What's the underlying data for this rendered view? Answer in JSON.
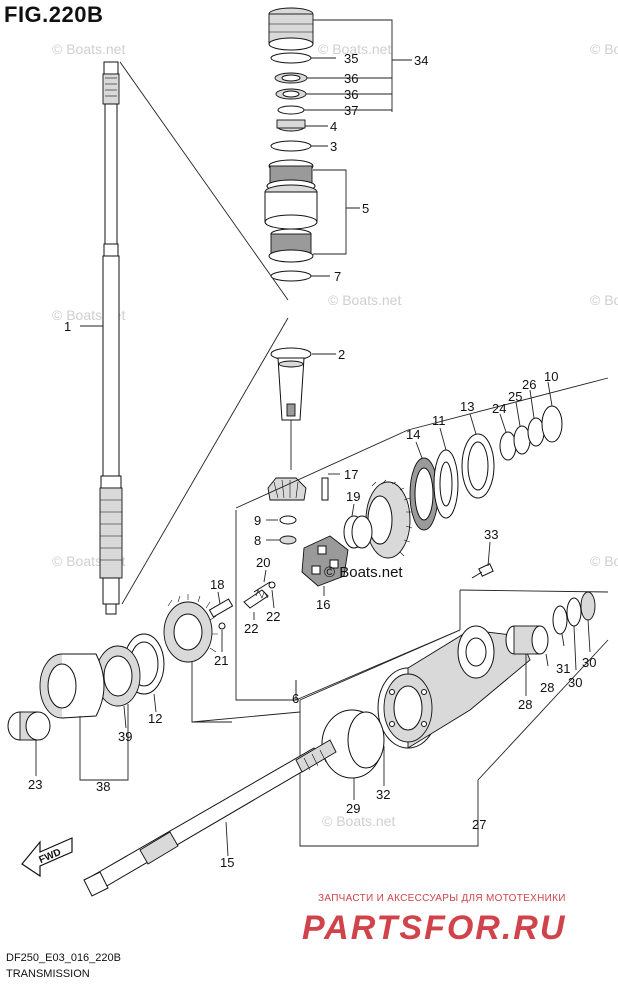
{
  "figure": {
    "title": "FIG.220B",
    "code": "DF250_E03_016_220B",
    "section": "TRANSMISSION"
  },
  "watermark": {
    "text": "© Boats.net"
  },
  "brand": {
    "tagline": "ЗАПЧАСТИ И АКСЕССУАРЫ ДЛЯ МОТОТЕХНИКИ",
    "logo_text": "PARTSFOR.RU",
    "color": "#d0434a"
  },
  "fwd_label": "FWD",
  "callouts": {
    "c1": "1",
    "c2": "2",
    "c3": "3",
    "c4": "4",
    "c5": "5",
    "c6": "6",
    "c7": "7",
    "c8": "8",
    "c9": "9",
    "c10": "10",
    "c11": "11",
    "c12": "12",
    "c13": "13",
    "c14": "14",
    "c15": "15",
    "c16": "16",
    "c17": "17",
    "c18": "18",
    "c19": "19",
    "c20": "20",
    "c21": "21",
    "c22a": "22",
    "c22b": "22",
    "c23": "23",
    "c24": "24",
    "c25": "25",
    "c26": "26",
    "c27": "27",
    "c28a": "28",
    "c28b": "28",
    "c29": "29",
    "c30a": "30",
    "c30b": "30",
    "c31": "31",
    "c32": "32",
    "c33": "33",
    "c34": "34",
    "c35": "35",
    "c36a": "36",
    "c36b": "36",
    "c37": "37",
    "c38": "38",
    "c39": "39"
  }
}
